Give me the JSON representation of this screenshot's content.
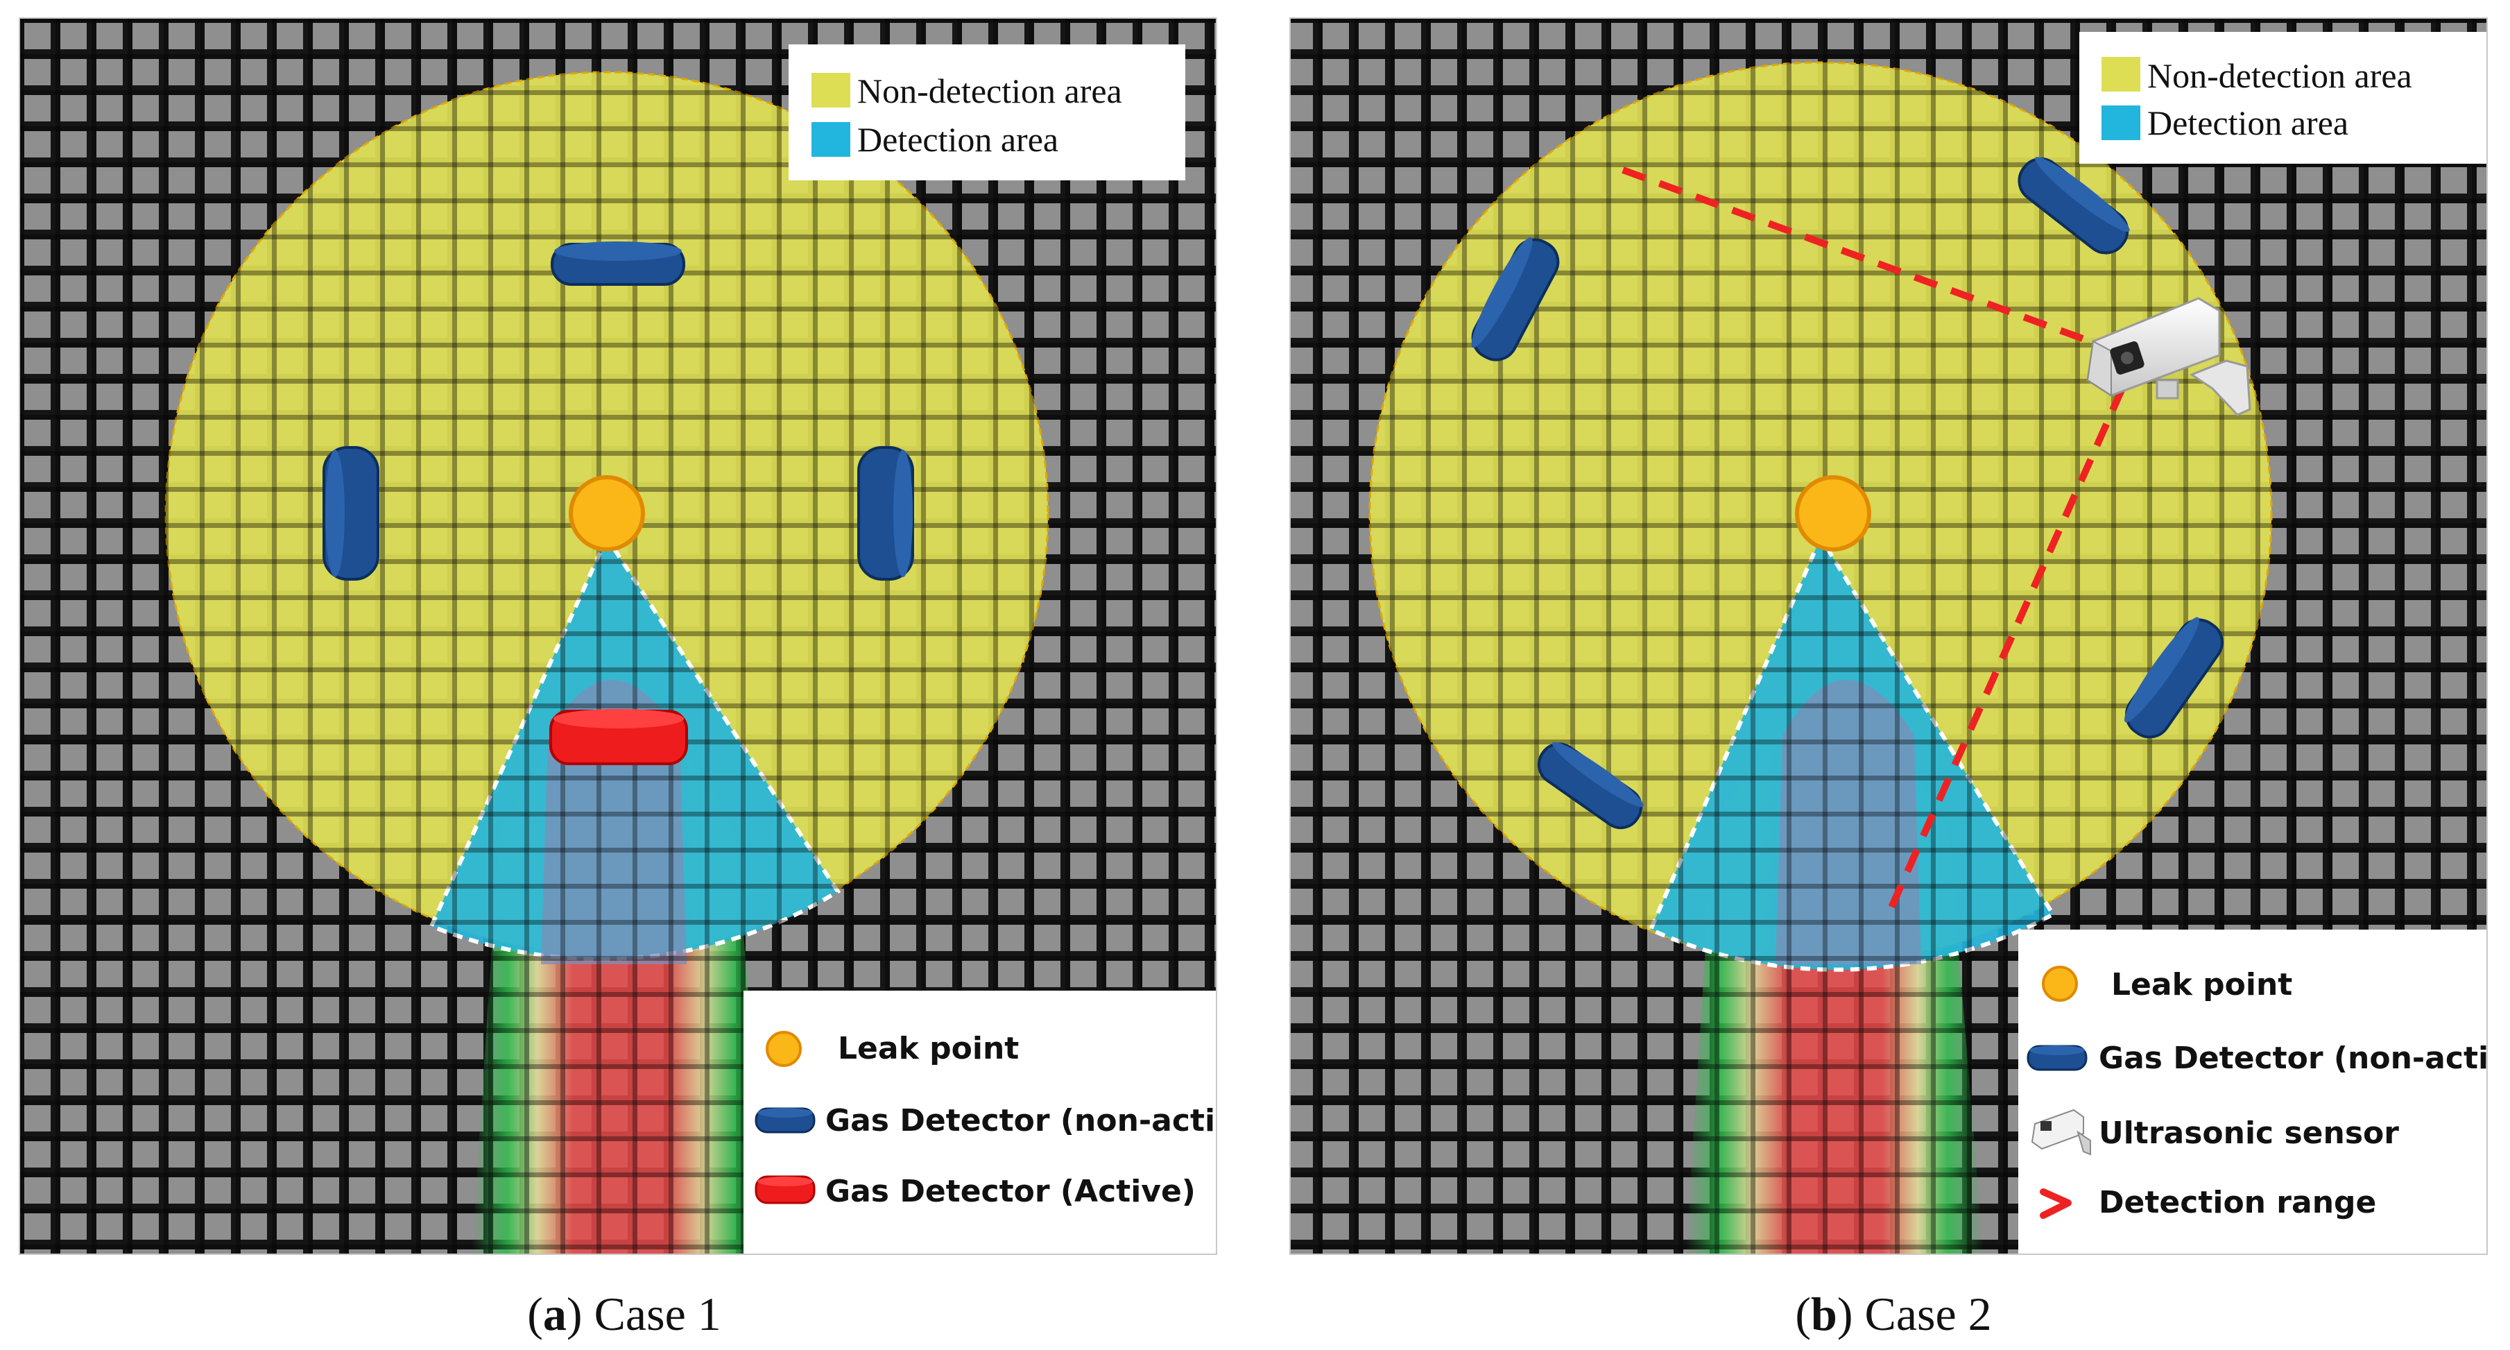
{
  "colors": {
    "grid_background": "#151515",
    "grid_cell": "#8f8f8f",
    "non_detection_area": "#dede55",
    "detection_area": "#22b5dd",
    "leak_point": "#fbb717",
    "detector_inactive": "#1d4f92",
    "detector_active": "#ee1c1c",
    "detection_range_line": "#ee2222",
    "plume_core": "#e84a4a",
    "plume_mid": "#e6e09a",
    "plume_outer": "#2bbf4a"
  },
  "panels": [
    {
      "id": "a",
      "caption_letter": "a",
      "caption_text": " Case 1",
      "area_legend": [
        {
          "label": "Non-detection area",
          "swatch": "non-detection"
        },
        {
          "label": "Detection area",
          "swatch": "detection"
        }
      ],
      "symbol_legend": [
        {
          "label": "Leak point",
          "icon": "leak-point-icon"
        },
        {
          "label": "Gas Detector (non-active)",
          "icon": "gas-detector-inactive-icon"
        },
        {
          "label": "Gas Detector (Active)",
          "icon": "gas-detector-active-icon"
        }
      ]
    },
    {
      "id": "b",
      "caption_letter": "b",
      "caption_text": " Case 2",
      "area_legend": [
        {
          "label": "Non-detection area",
          "swatch": "non-detection"
        },
        {
          "label": "Detection area",
          "swatch": "detection"
        }
      ],
      "symbol_legend": [
        {
          "label": "Leak point",
          "icon": "leak-point-icon"
        },
        {
          "label": "Gas Detector (non-active)",
          "icon": "gas-detector-inactive-icon"
        },
        {
          "label": "Ultrasonic sensor",
          "icon": "ultrasonic-sensor-icon"
        },
        {
          "label": "Detection range",
          "icon": "detection-range-icon"
        }
      ]
    }
  ]
}
